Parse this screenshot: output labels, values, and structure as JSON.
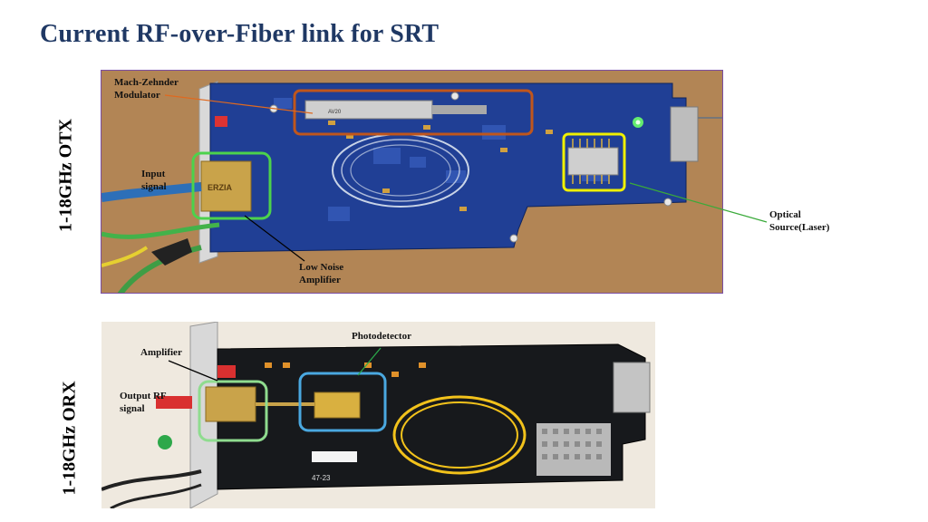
{
  "slide": {
    "title": "Current RF-over-Fiber link for SRT"
  },
  "otx": {
    "side_label": "1-18GHz OTX",
    "annotations": {
      "mzm": "Mach-Zehnder\nModulator",
      "input": "Input\nsignal",
      "lna": "Low Noise\nAmplifier",
      "laser": "Optical\nSource(Laser)"
    },
    "photo_text": {
      "erzia": "ERZIA",
      "amplifier_part": "AV20"
    },
    "highlight_colors": {
      "mzm": "#c0561c",
      "laser": "#f0f000",
      "lna": "#4cd24c",
      "photo_border": "#7a4ea3"
    }
  },
  "orx": {
    "side_label": "1-18GHz ORX",
    "annotations": {
      "photodetector": "Photodetector",
      "amplifier": "Amplifier",
      "output": "Output RF\nsignal"
    },
    "photo_text": {
      "board_code": "47-23"
    },
    "highlight_colors": {
      "photodetector": "#4aa8e0",
      "amplifier": "#8fdc8f"
    }
  }
}
